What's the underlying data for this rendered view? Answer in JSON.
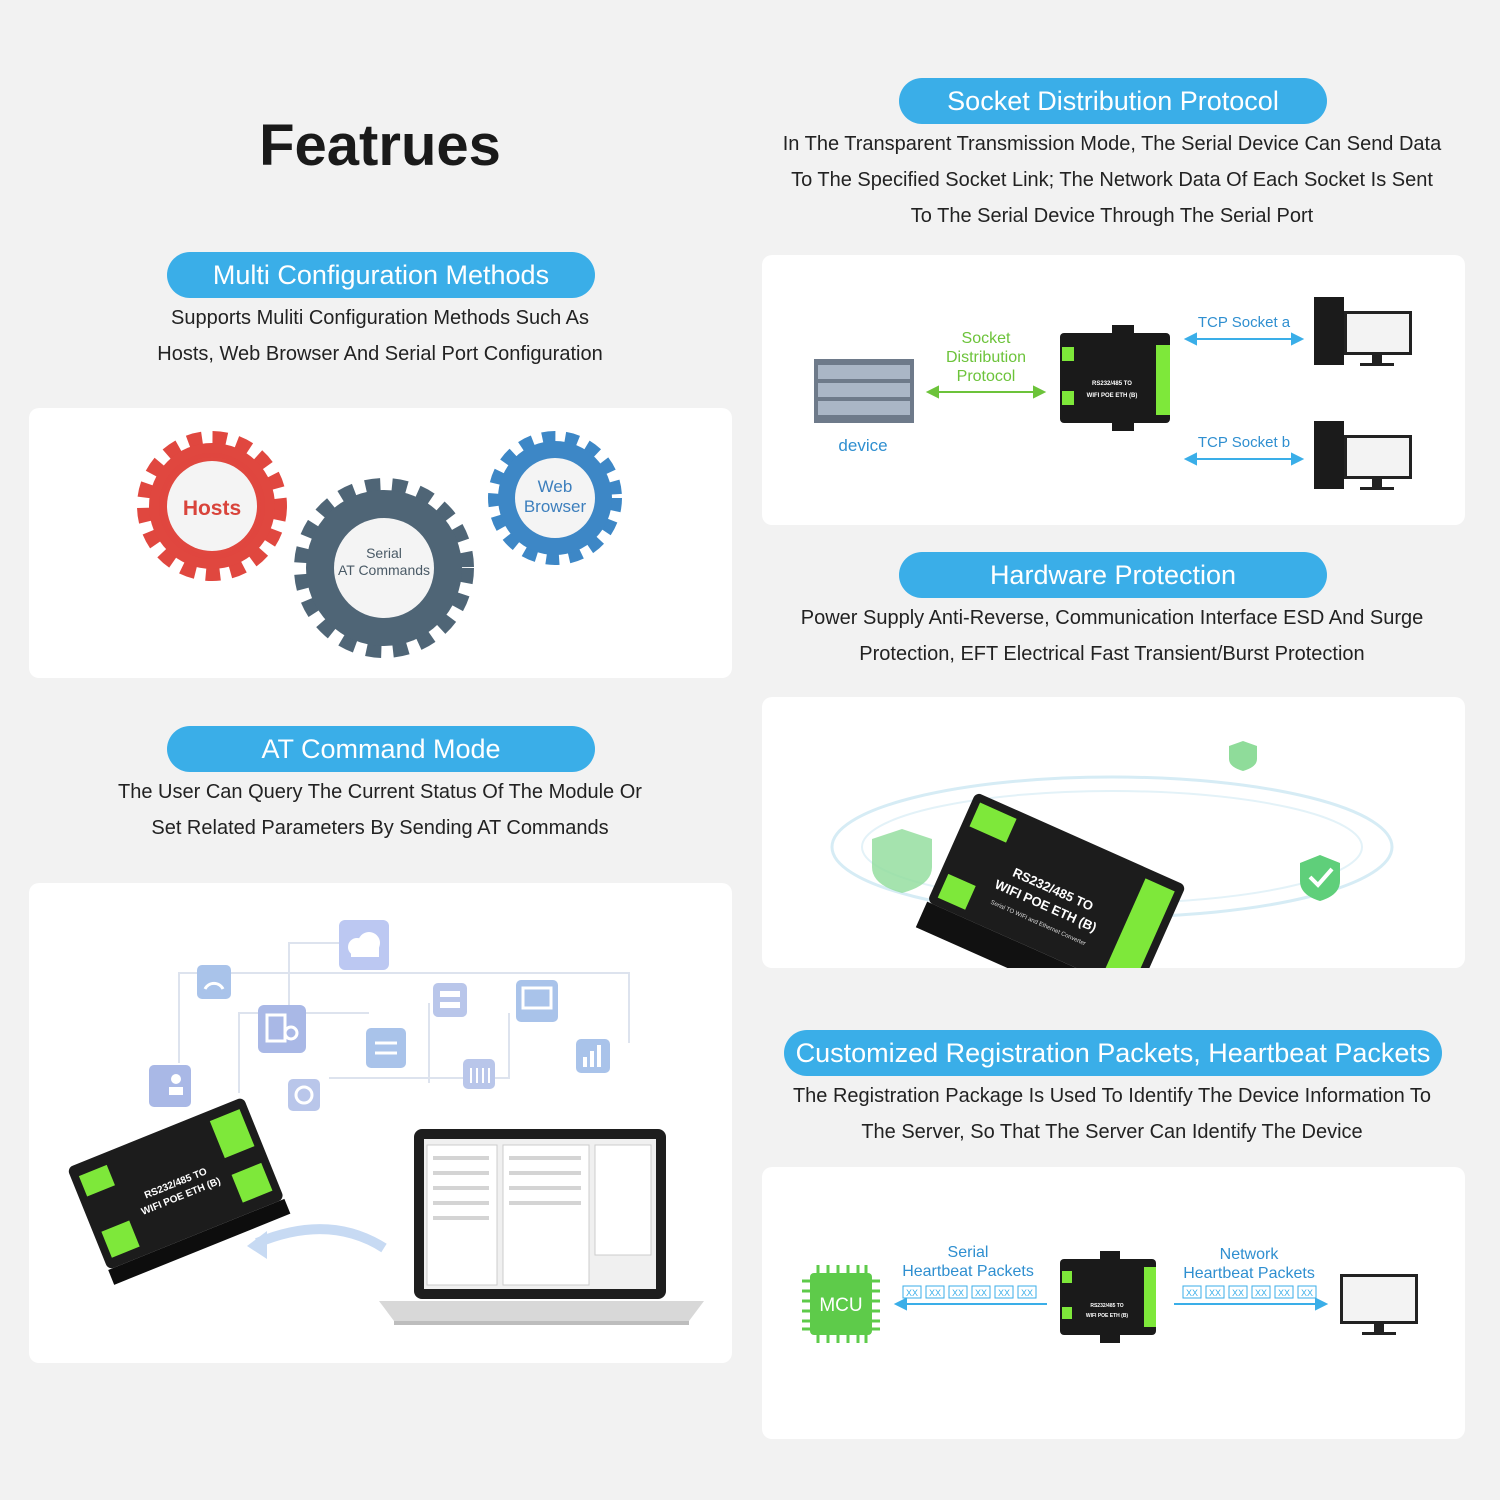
{
  "page_title": "Featrues",
  "sections": {
    "multi_config": {
      "heading": "Multi Configuration Methods",
      "desc_line1": "Supports Muliti Configuration Methods Such As",
      "desc_line2": "Hosts, Web Browser And Serial Port Configuration",
      "gear_hosts": "Hosts",
      "gear_web_line1": "Web",
      "gear_web_line2": "Browser",
      "gear_serial_line1": "Serial",
      "gear_serial_line2": "AT Commands"
    },
    "at_command": {
      "heading": "AT Command Mode",
      "desc_line1": "The User Can Query The Current Status Of The Module Or",
      "desc_line2": "Set Related Parameters By Sending AT Commands"
    },
    "socket": {
      "heading": "Socket Distribution Protocol",
      "desc_line1": "In The Transparent Transmission Mode, The Serial Device Can Send Data",
      "desc_line2": "To The Specified Socket Link; The Network Data Of Each Socket Is Sent",
      "desc_line3": "To The Serial Device Through The Serial Port",
      "label_device": "device",
      "label_sdp_1": "Socket",
      "label_sdp_2": "Distribution",
      "label_sdp_3": "Protocol",
      "label_tcp_a": "TCP Socket a",
      "label_tcp_b": "TCP Socket b"
    },
    "hardware": {
      "heading": "Hardware Protection",
      "desc_line1": "Power Supply Anti-Reverse, Communication Interface ESD And Surge",
      "desc_line2": "Protection, EFT Electrical Fast Transient/Burst Protection"
    },
    "registration": {
      "heading": "Customized Registration Packets, Heartbeat Packets",
      "desc_line1": "The Registration Package Is Used To Identify The Device Information To",
      "desc_line2": "The Server, So That The Server Can Identify The Device",
      "label_mcu": "MCU",
      "serial_line1": "Serial",
      "serial_line2": "Heartbeat Packets",
      "network_line1": "Network",
      "network_line2": "Heartbeat Packets",
      "packet": "XX"
    }
  },
  "device_label": {
    "model_line1": "RS232/485 TO",
    "model_line2": "WIFI POE ETH (B)",
    "subline": "Serial TO WIFI and Ethernet Converter"
  },
  "colors": {
    "accent": "#3aaee8",
    "green": "#7ee83a",
    "red_gear": "#e0473f",
    "blue_gear": "#3d87c6",
    "slate_gear": "#4f6576"
  }
}
